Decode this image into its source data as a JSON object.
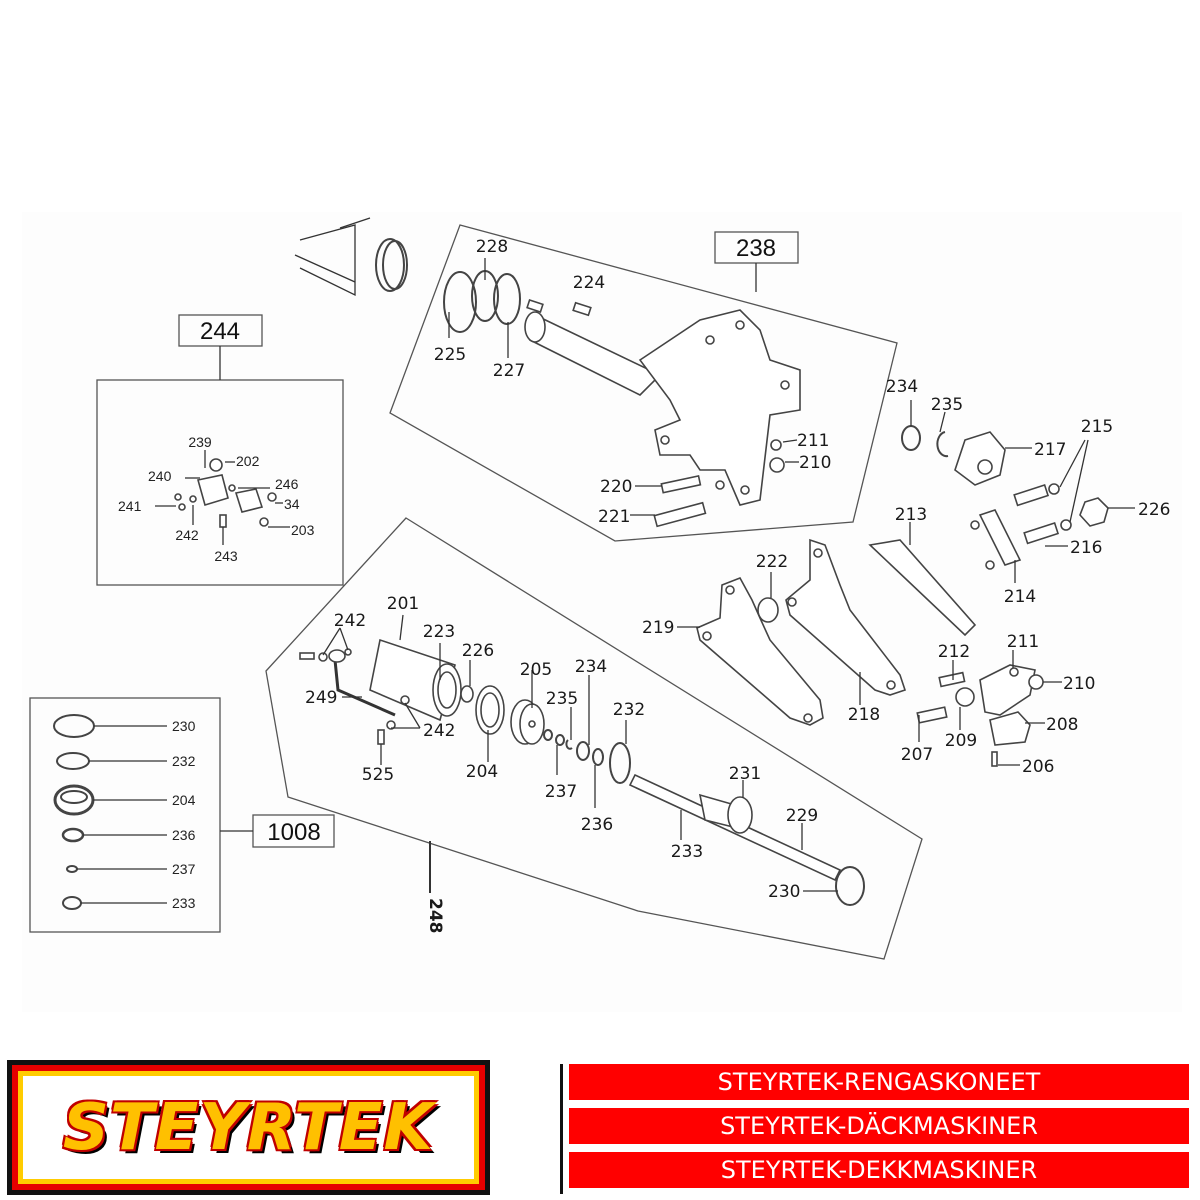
{
  "diagram": {
    "title_boxes": {
      "valve_block": "244",
      "frame_assembly": "238",
      "seal_kit": "1008"
    },
    "rotated_label": "248",
    "valve_block_parts": [
      "239",
      "202",
      "240",
      "246",
      "241",
      "34",
      "242",
      "203",
      "243"
    ],
    "frame_parts": [
      "228",
      "224",
      "225",
      "227",
      "211",
      "210",
      "220",
      "221"
    ],
    "pivot_parts": [
      "234",
      "235",
      "217",
      "215",
      "226",
      "213",
      "216",
      "214"
    ],
    "arm_parts": [
      "222",
      "219",
      "218",
      "212",
      "211",
      "210",
      "207",
      "209",
      "208",
      "206"
    ],
    "cylinder_parts": [
      "242",
      "201",
      "223",
      "226",
      "205",
      "234",
      "232",
      "249",
      "242",
      "525",
      "204",
      "235",
      "237",
      "236",
      "231",
      "229",
      "233",
      "230"
    ],
    "seal_kit_parts": [
      {
        "id": "230"
      },
      {
        "id": "232"
      },
      {
        "id": "204"
      },
      {
        "id": "236"
      },
      {
        "id": "237"
      },
      {
        "id": "233"
      }
    ],
    "labels": {
      "l239": "239",
      "l202": "202",
      "l240": "240",
      "l246": "246",
      "l241": "241",
      "l34": "34",
      "l242a": "242",
      "l203": "203",
      "l243": "243",
      "l228": "228",
      "l224": "224",
      "l225": "225",
      "l227": "227",
      "l211a": "211",
      "l210a": "210",
      "l220": "220",
      "l221": "221",
      "l234a": "234",
      "l235a": "235",
      "l217": "217",
      "l215": "215",
      "l226a": "226",
      "l213": "213",
      "l216": "216",
      "l214": "214",
      "l222": "222",
      "l219": "219",
      "l218": "218",
      "l212": "212",
      "l211b": "211",
      "l210b": "210",
      "l207": "207",
      "l209": "209",
      "l208": "208",
      "l206": "206",
      "l242b": "242",
      "l201": "201",
      "l223": "223",
      "l226b": "226",
      "l205": "205",
      "l234b": "234",
      "l232a": "232",
      "l249": "249",
      "l242c": "242",
      "l525": "525",
      "l204a": "204",
      "l235b": "235",
      "l237a": "237",
      "l236a": "236",
      "l231": "231",
      "l229": "229",
      "l233a": "233",
      "l230a": "230",
      "k230": "230",
      "k232": "232",
      "k204": "204",
      "k236": "236",
      "k237": "237",
      "k233": "233"
    }
  },
  "footer": {
    "logo_text": "STEYRTEK",
    "colors": {
      "red": "#ff0000",
      "yellow": "#ffcc00",
      "black": "#111111"
    },
    "bars": [
      {
        "label": "STEYRTEK-RENGASKONEET"
      },
      {
        "label": "STEYRTEK-DÄCKMASKINER"
      },
      {
        "label": "STEYRTEK-DEKKMASKINER"
      }
    ]
  }
}
